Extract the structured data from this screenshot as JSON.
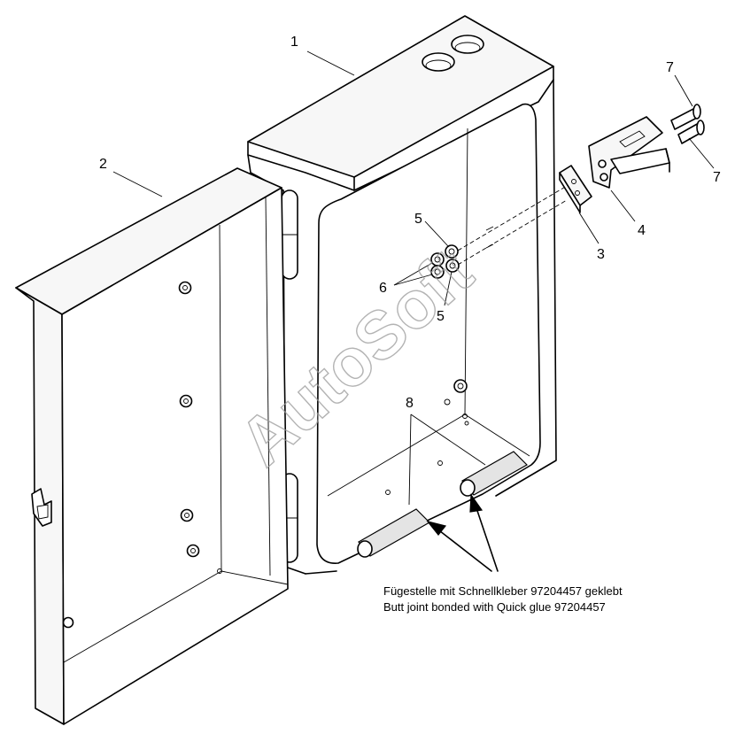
{
  "callouts": {
    "c1": "1",
    "c2": "2",
    "c3": "3",
    "c4": "4",
    "c5a": "5",
    "c5b": "5",
    "c6": "6",
    "c7a": "7",
    "c7b": "7",
    "c8": "8"
  },
  "note": {
    "de": "Fügestelle mit Schnellkleber 97204457 geklebt",
    "en": "Butt joint bonded with Quick glue 97204457"
  },
  "watermark": "AutoSoft"
}
